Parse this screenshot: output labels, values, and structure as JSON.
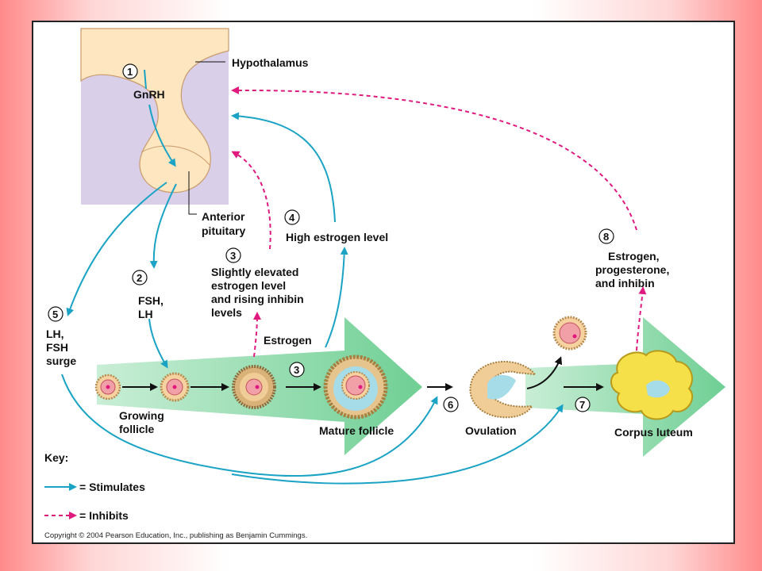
{
  "labels": {
    "hypothalamus": "Hypothalamus",
    "gnrh": "GnRH",
    "anterior_pituitary": [
      "Anterior",
      "pituitary"
    ],
    "fsh_lh": [
      "FSH,",
      "LH"
    ],
    "lh_fsh_surge": [
      "LH,",
      "FSH",
      "surge"
    ],
    "slightly_elevated": [
      "Slightly elevated",
      "estrogen level",
      "and rising inhibin",
      "levels"
    ],
    "high_estrogen": "High estrogen level",
    "estrogen": "Estrogen",
    "estrogen_prog_inhibin": [
      "Estrogen,",
      "progesterone,",
      "and inhibin"
    ],
    "growing_follicle": [
      "Growing",
      "follicle"
    ],
    "mature_follicle": "Mature follicle",
    "ovulation": "Ovulation",
    "corpus_luteum": "Corpus luteum"
  },
  "steps": [
    "1",
    "2",
    "3",
    "3",
    "4",
    "5",
    "6",
    "7",
    "8"
  ],
  "key": {
    "title": "Key:",
    "stimulates": "= Stimulates",
    "inhibits": "= Inhibits"
  },
  "copyright": "Copyright © 2004 Pearson Education, Inc., publishing as Benjamin Cummings.",
  "colors": {
    "stimulate": "#1aa3c4",
    "inhibit": "#e0197f",
    "brain_bg": "#d9cfe8",
    "brain_tissue": "#fde6c0",
    "green_arrow": "#7fd6a0"
  }
}
